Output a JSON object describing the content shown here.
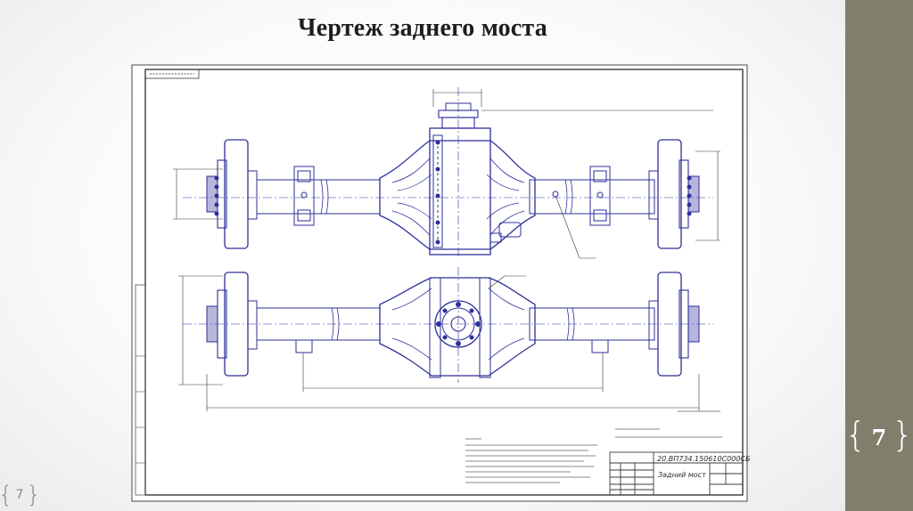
{
  "slide": {
    "title": "Чертеж заднего моста",
    "slide_number": "7",
    "colors": {
      "sidebar": "#817e6c",
      "ink": "#2d2f9a",
      "frame": "#3a3a3a"
    }
  },
  "drawing": {
    "title_block": {
      "doc_code": "20.ВП734.150610С000СБ",
      "name": "Задний мост"
    }
  }
}
